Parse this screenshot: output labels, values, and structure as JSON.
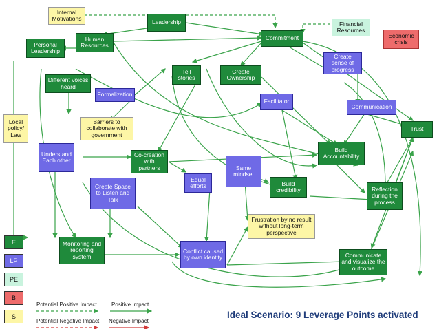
{
  "diagram": {
    "nodes": {
      "internal_motivations": "Internal Motivations",
      "leadership": "Leadership",
      "commitment": "Commitment",
      "financial_resources": "Financial Resources",
      "economic_crisis": "Economic crisis",
      "personal_leadership": "Personal Leadership",
      "human_resources": "Human Resources",
      "create_sense_of_progress": "Create sense of progress",
      "different_voices_heard": "Different voices heard",
      "tell_stories": "Tell stories",
      "create_ownership": "Create Ownership",
      "formalization": "Formalization",
      "facilitator": "Facilitator",
      "communication": "Communication",
      "local_policy_law": "Local policy/ Law",
      "barriers_to_collaborate": "Barriers to collaborate with government",
      "trust": "Trust",
      "understand_each_other": "Understand Each other",
      "co_creation_with_partners": "Co-creation with partners",
      "build_accountability": "Build Accountability",
      "same_mindset": "Same mindset",
      "equal_efforts": "Equal efforts",
      "build_credibility": "Build credibility",
      "create_space": "Create Space to Listen and Talk",
      "reflection": "Reflection during the process",
      "frustration": "Frustration by no result without long-term perspective",
      "monitoring": "Monitoring and reporting system",
      "conflict": "Conflict caused by own identity",
      "communicate_visualize": "Communicate and visualize the outcome"
    }
  },
  "legend": {
    "categories": [
      "E",
      "LP",
      "PE",
      "B",
      "S"
    ],
    "potential_positive": "Potential Positive Impact",
    "positive": "Positive Impact",
    "potential_negative": "Potential Negative Impact",
    "negative": "Negative Impact"
  },
  "caption": "Ideal Scenario:  9 Leverage Points activated",
  "colors": {
    "E": "#1f8a3b",
    "LP": "#6f6ae6",
    "PE": "#c9f3de",
    "B": "#ee6b6b",
    "S": "#fdf6a6",
    "positive_arrow": "#3aa34a",
    "negative_arrow": "#d23a3a"
  }
}
